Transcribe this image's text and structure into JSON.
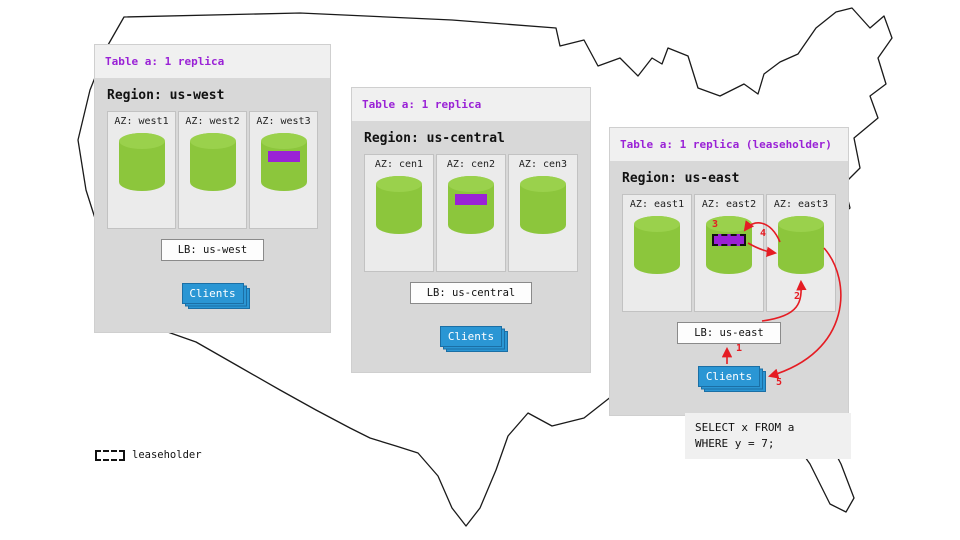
{
  "colors": {
    "replica_purple": "#9a22d6",
    "cylinder_green": "#8cc63c",
    "clients_blue": "#2a96d4",
    "arrow_red": "#e51c23",
    "panel_gray": "#d8d8d8"
  },
  "regions": [
    {
      "table_label": "Table a: 1 replica",
      "region_label": "Region: us-west",
      "azs": [
        {
          "label": "AZ: west1"
        },
        {
          "label": "AZ: west2"
        },
        {
          "label": "AZ: west3"
        }
      ],
      "lb_label": "LB: us-west",
      "clients_label": "Clients"
    },
    {
      "table_label": "Table a: 1 replica",
      "region_label": "Region: us-central",
      "azs": [
        {
          "label": "AZ: cen1"
        },
        {
          "label": "AZ: cen2"
        },
        {
          "label": "AZ: cen3"
        }
      ],
      "lb_label": "LB: us-central",
      "clients_label": "Clients"
    },
    {
      "table_label": "Table a: 1 replica (leaseholder)",
      "region_label": "Region: us-east",
      "azs": [
        {
          "label": "AZ: east1"
        },
        {
          "label": "AZ: east2"
        },
        {
          "label": "AZ: east3"
        }
      ],
      "lb_label": "LB: us-east",
      "clients_label": "Clients"
    }
  ],
  "flow_labels": [
    "1",
    "2",
    "3",
    "4",
    "5"
  ],
  "query": {
    "line1": "SELECT x FROM a",
    "line2": "WHERE y = 7;"
  },
  "legend": {
    "label": "leaseholder"
  }
}
